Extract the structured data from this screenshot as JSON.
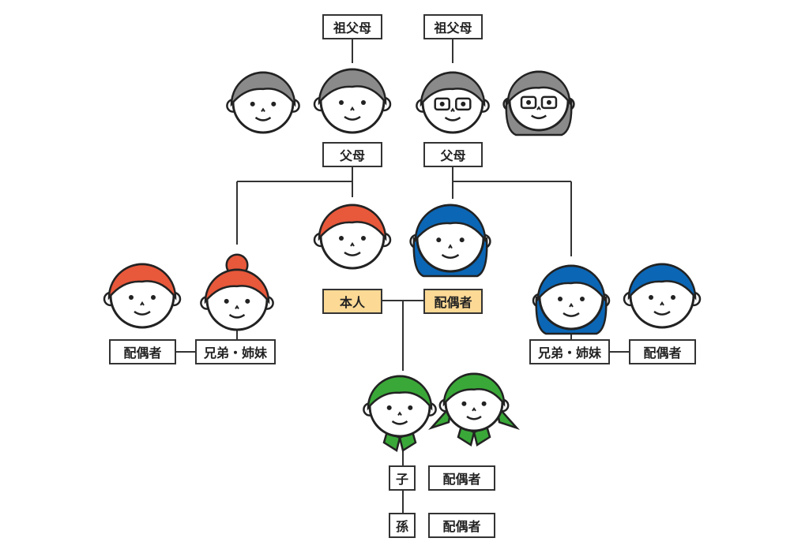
{
  "colors": {
    "self_side": "#e8583a",
    "spouse_side": "#0b66b5",
    "children": "#3aa838",
    "grandparents": "#8a8a8a",
    "highlight": "#fcd995",
    "line": "#333333"
  },
  "labels": {
    "grandparents_left": "祖父母",
    "grandparents_right": "祖父母",
    "parents_left": "父母",
    "parents_right": "父母",
    "self": "本人",
    "spouse": "配偶者",
    "sibling_left": "兄弟・姉妹",
    "sibling_spouse_left": "配偶者",
    "sibling_right": "兄弟・姉妹",
    "sibling_spouse_right": "配偶者",
    "child": "子",
    "child_spouse": "配偶者",
    "grandchild": "孫",
    "grandchild_spouse": "配偶者"
  }
}
